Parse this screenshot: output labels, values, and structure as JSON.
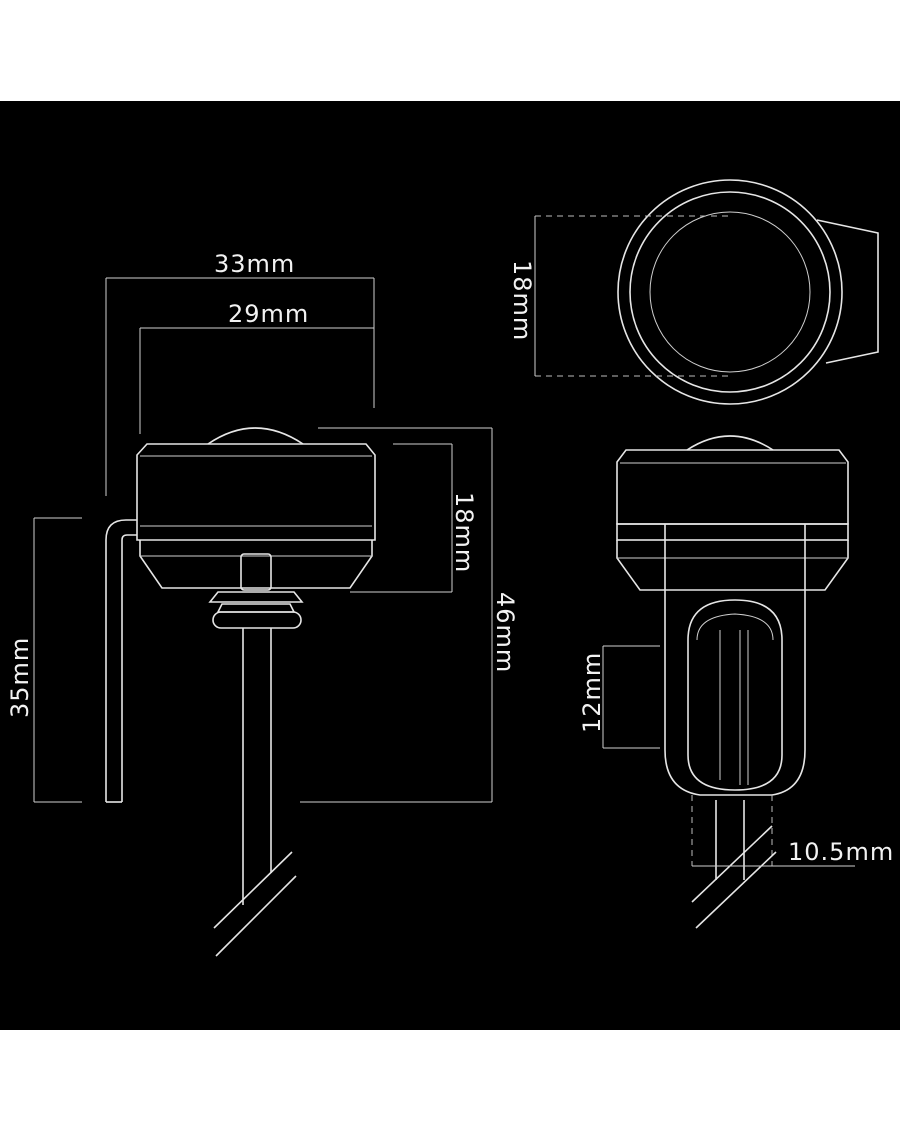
{
  "dimensions": {
    "overall_width": "33mm",
    "lens_width": "29mm",
    "housing_height_side": "18mm",
    "overall_height": "46mm",
    "bracket_height": "35mm",
    "top_view_diameter": "18mm",
    "slot_length": "12mm",
    "bracket_width": "10.5mm"
  }
}
